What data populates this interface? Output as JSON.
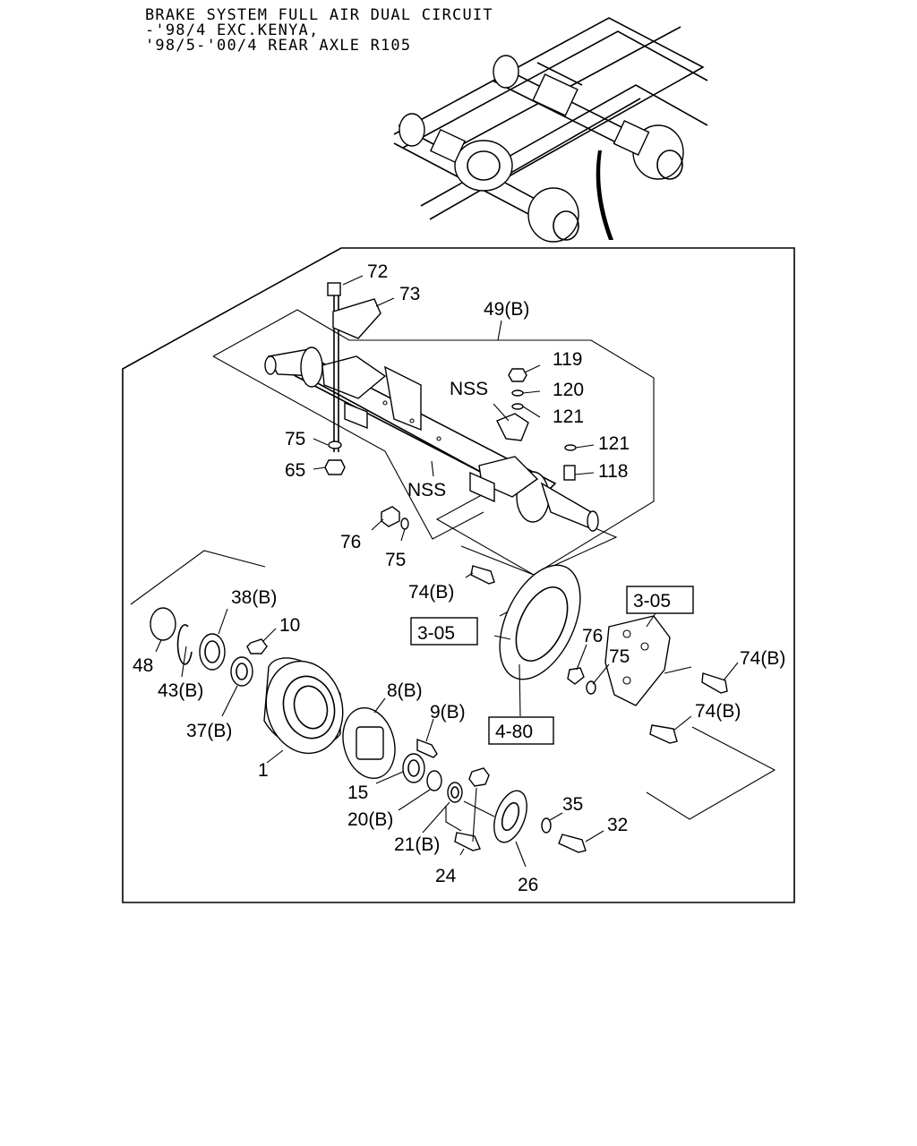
{
  "header": {
    "title_lines": [
      "BRAKE SYSTEM FULL AIR DUAL CIRCUIT",
      "-'98/4 EXC.KENYA,",
      "'98/5-'00/4 REAR AXLE R105"
    ]
  },
  "callouts": {
    "c72": "72",
    "c73": "73",
    "c49b": "49(B)",
    "c119": "119",
    "c120": "120",
    "c121a": "121",
    "c121b": "121",
    "c118": "118",
    "nss_top": "NSS",
    "nss_mid": "NSS",
    "c75a": "75",
    "c65": "65",
    "c76a": "76",
    "c75b": "75",
    "c74ba": "74(B)",
    "c38b": "38(B)",
    "c10": "10",
    "c48": "48",
    "c43b": "43(B)",
    "c37b": "37(B)",
    "c8b": "8(B)",
    "c9b": "9(B)",
    "c1": "1",
    "c15": "15",
    "c20b": "20(B)",
    "c21b": "21(B)",
    "c24": "24",
    "c26": "26",
    "c35": "35",
    "c32": "32",
    "c76b": "76",
    "c75c": "75",
    "c74bb": "74(B)",
    "c74bc": "74(B)"
  },
  "refs": {
    "r305a": "3-05",
    "r305b": "3-05",
    "r480": "4-80"
  },
  "colors": {
    "line": "#000000",
    "background": "#ffffff"
  }
}
